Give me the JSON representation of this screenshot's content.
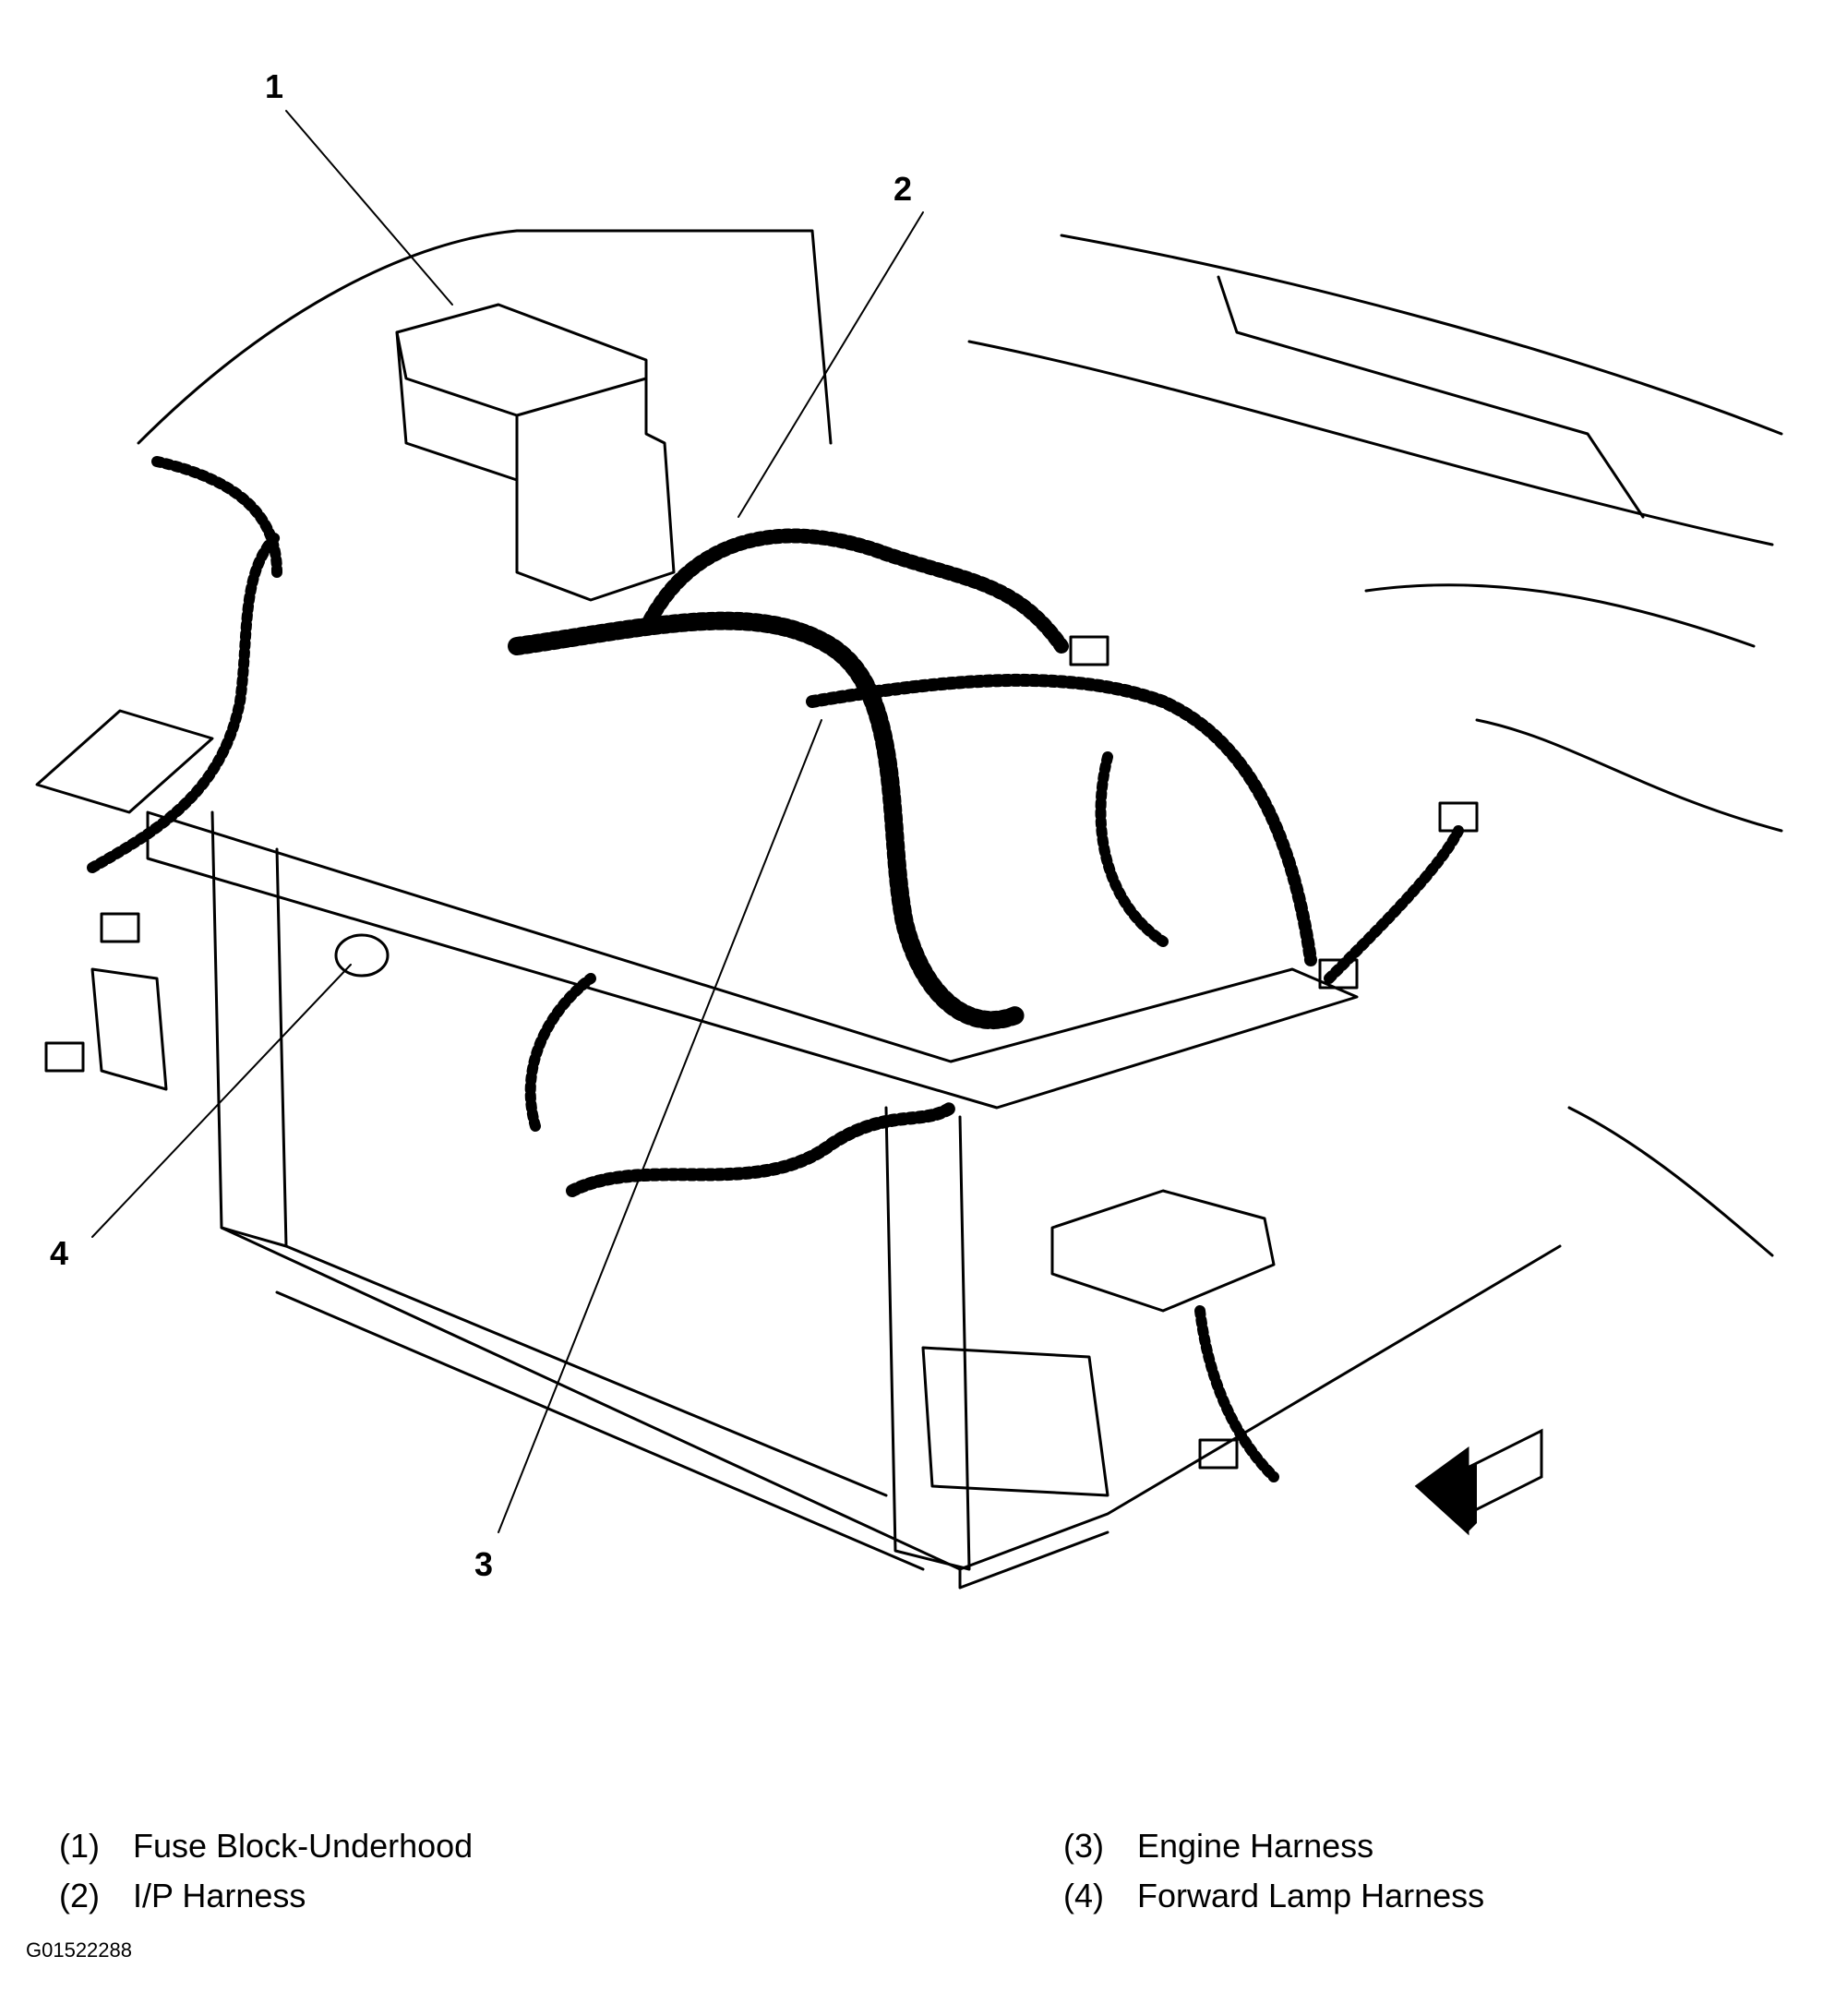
{
  "diagram": {
    "callouts": [
      {
        "id": "1",
        "label": "1"
      },
      {
        "id": "2",
        "label": "2"
      },
      {
        "id": "3",
        "label": "3"
      },
      {
        "id": "4",
        "label": "4"
      }
    ],
    "legend": [
      {
        "num": "(1)",
        "text": "Fuse Block-Underhood"
      },
      {
        "num": "(2)",
        "text": "I/P Harness"
      },
      {
        "num": "(3)",
        "text": "Engine Harness"
      },
      {
        "num": "(4)",
        "text": "Forward Lamp Harness"
      }
    ],
    "figure_id": "G01522288",
    "colors": {
      "line": "#000000",
      "background": "#ffffff"
    },
    "icons": [
      "front-direction-arrow-icon"
    ]
  }
}
